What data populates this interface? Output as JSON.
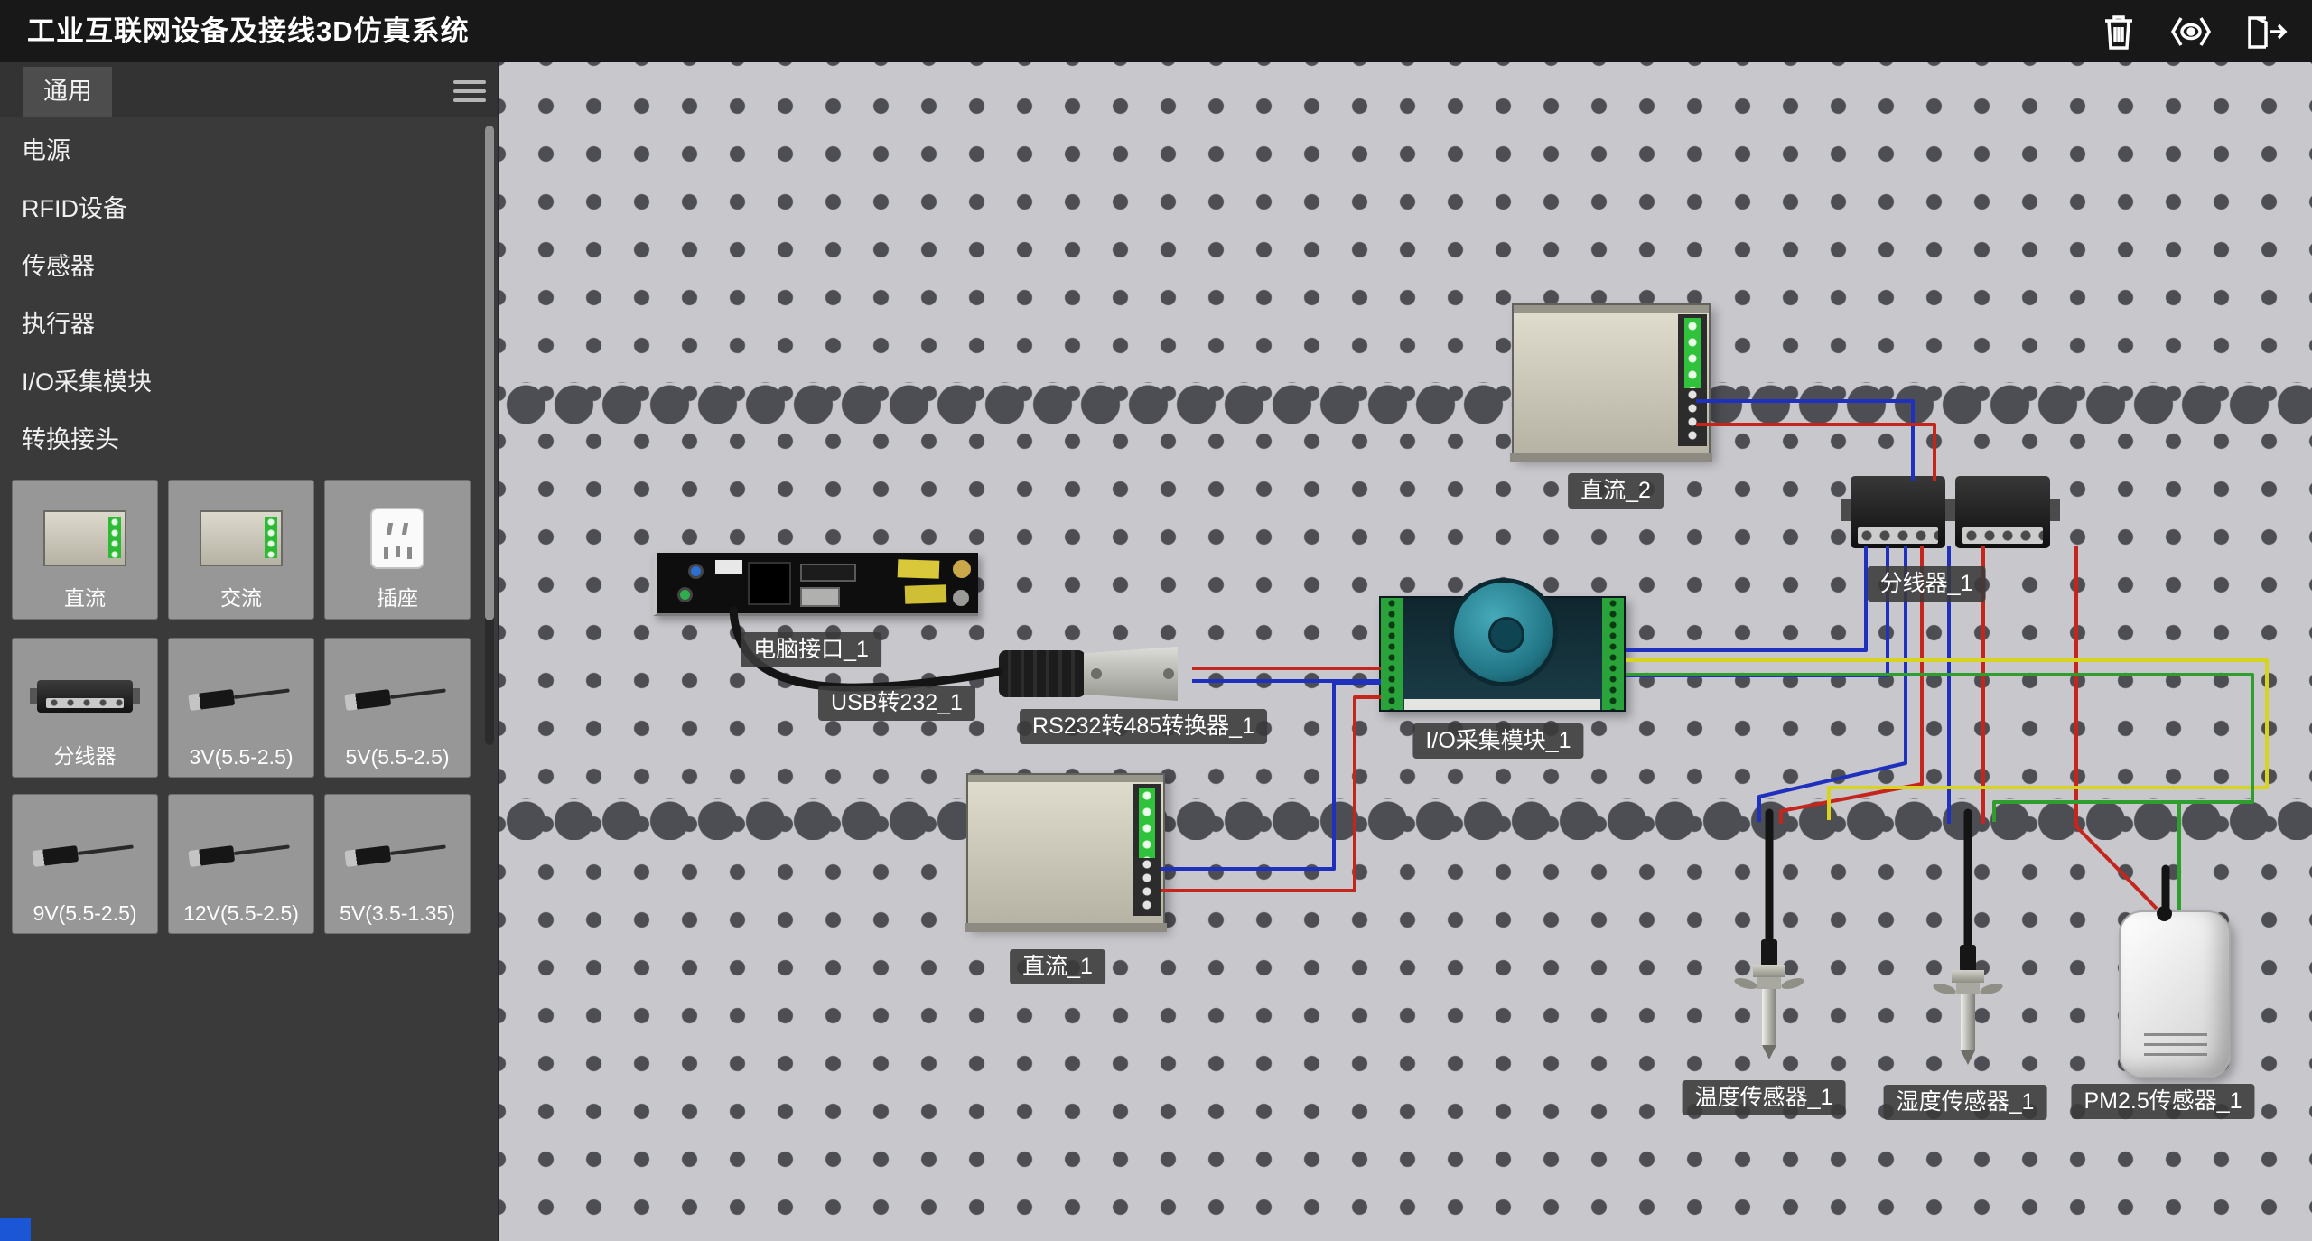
{
  "app": {
    "title": "工业互联网设备及接线3D仿真系统"
  },
  "header": {
    "icons": [
      {
        "name": "delete",
        "glyph": "trash"
      },
      {
        "name": "preview",
        "glyph": "eye"
      },
      {
        "name": "exit",
        "glyph": "door-arrow"
      }
    ]
  },
  "sidebar": {
    "tab": "通用",
    "categories": [
      "电源",
      "RFID设备",
      "传感器",
      "执行器",
      "I/O采集模块",
      "转换接头"
    ],
    "palette": [
      {
        "label": "直流"
      },
      {
        "label": "交流"
      },
      {
        "label": "插座"
      },
      {
        "label": "分线器"
      },
      {
        "label": "3V(5.5-2.5)"
      },
      {
        "label": "5V(5.5-2.5)"
      },
      {
        "label": "9V(5.5-2.5)"
      },
      {
        "label": "12V(5.5-2.5)"
      },
      {
        "label": "5V(3.5-1.35)"
      }
    ]
  },
  "canvas": {
    "devices": [
      {
        "id": "dc-power-2",
        "label": "直流_2"
      },
      {
        "id": "pc-interface-1",
        "label": "电脑接口_1"
      },
      {
        "id": "usb-to-232-1",
        "label": "USB转232_1"
      },
      {
        "id": "rs232-to-485-1",
        "label": "RS232转485转换器_1"
      },
      {
        "id": "io-module-1",
        "label": "I/O采集模块_1"
      },
      {
        "id": "splitter-1",
        "label": "分线器_1"
      },
      {
        "id": "dc-power-1",
        "label": "直流_1"
      },
      {
        "id": "temp-sensor-1",
        "label": "温度传感器_1"
      },
      {
        "id": "humidity-sensor-1",
        "label": "湿度传感器_1"
      },
      {
        "id": "pm25-sensor-1",
        "label": "PM2.5传感器_1"
      }
    ],
    "colors": {
      "wire_red": "#c4261d",
      "wire_blue": "#1f2fbe",
      "wire_green": "#2f9e2f",
      "wire_yellow": "#d6d41f",
      "board": "#c7c7cc",
      "dot": "#4d4e53",
      "accent_green": "#2fc23a"
    }
  }
}
